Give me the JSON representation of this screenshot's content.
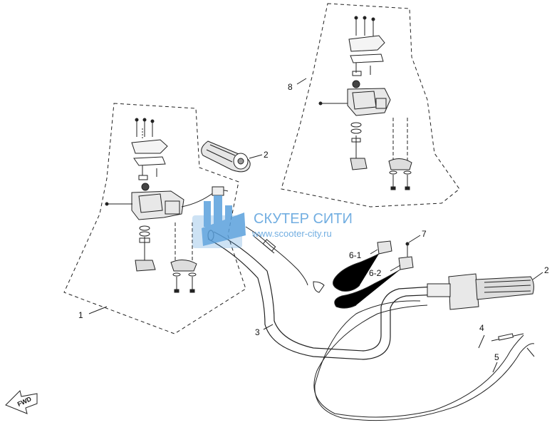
{
  "diagram": {
    "callouts": {
      "c1": "1",
      "c2_top": "2",
      "c2_right": "2",
      "c3": "3",
      "c4": "4",
      "c5": "5",
      "c6_1": "6-1",
      "c6_2": "6-2",
      "c7": "7",
      "c8": "8"
    },
    "fwd_arrow_label": "FWD"
  },
  "watermark": {
    "title": "СКУТЕР СИТИ",
    "url": "www.scooter-city.ru",
    "color": "#5aa0dc"
  }
}
